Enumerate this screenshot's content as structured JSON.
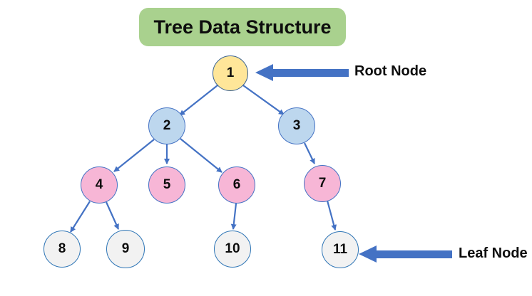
{
  "title": {
    "text": "Tree Data Structure"
  },
  "tree": {
    "nodes": [
      {
        "id": "1",
        "label": "1",
        "role": "root"
      },
      {
        "id": "2",
        "label": "2",
        "role": "internal"
      },
      {
        "id": "3",
        "label": "3",
        "role": "internal"
      },
      {
        "id": "4",
        "label": "4",
        "role": "internal"
      },
      {
        "id": "5",
        "label": "5",
        "role": "leaf"
      },
      {
        "id": "6",
        "label": "6",
        "role": "internal"
      },
      {
        "id": "7",
        "label": "7",
        "role": "internal"
      },
      {
        "id": "8",
        "label": "8",
        "role": "leaf"
      },
      {
        "id": "9",
        "label": "9",
        "role": "leaf"
      },
      {
        "id": "10",
        "label": "10",
        "role": "leaf"
      },
      {
        "id": "11",
        "label": "11",
        "role": "leaf"
      }
    ],
    "edges": [
      {
        "from": "1",
        "to": "2"
      },
      {
        "from": "1",
        "to": "3"
      },
      {
        "from": "2",
        "to": "4"
      },
      {
        "from": "2",
        "to": "5"
      },
      {
        "from": "2",
        "to": "6"
      },
      {
        "from": "3",
        "to": "7"
      },
      {
        "from": "4",
        "to": "8"
      },
      {
        "from": "4",
        "to": "9"
      },
      {
        "from": "6",
        "to": "10"
      },
      {
        "from": "7",
        "to": "11"
      }
    ]
  },
  "annotations": {
    "root": {
      "label": "Root Node",
      "points_to": "1"
    },
    "leaf": {
      "label": "Leaf Node",
      "points_to": "11"
    }
  },
  "colors": {
    "title_bg": "#A9D18E",
    "root_fill": "#FFE699",
    "internal_fill": "#BDD7EE",
    "mid_fill": "#F7B6D6",
    "leaf_fill": "#F2F2F2",
    "connector": "#4472C4",
    "text": "#0d0d0d"
  }
}
